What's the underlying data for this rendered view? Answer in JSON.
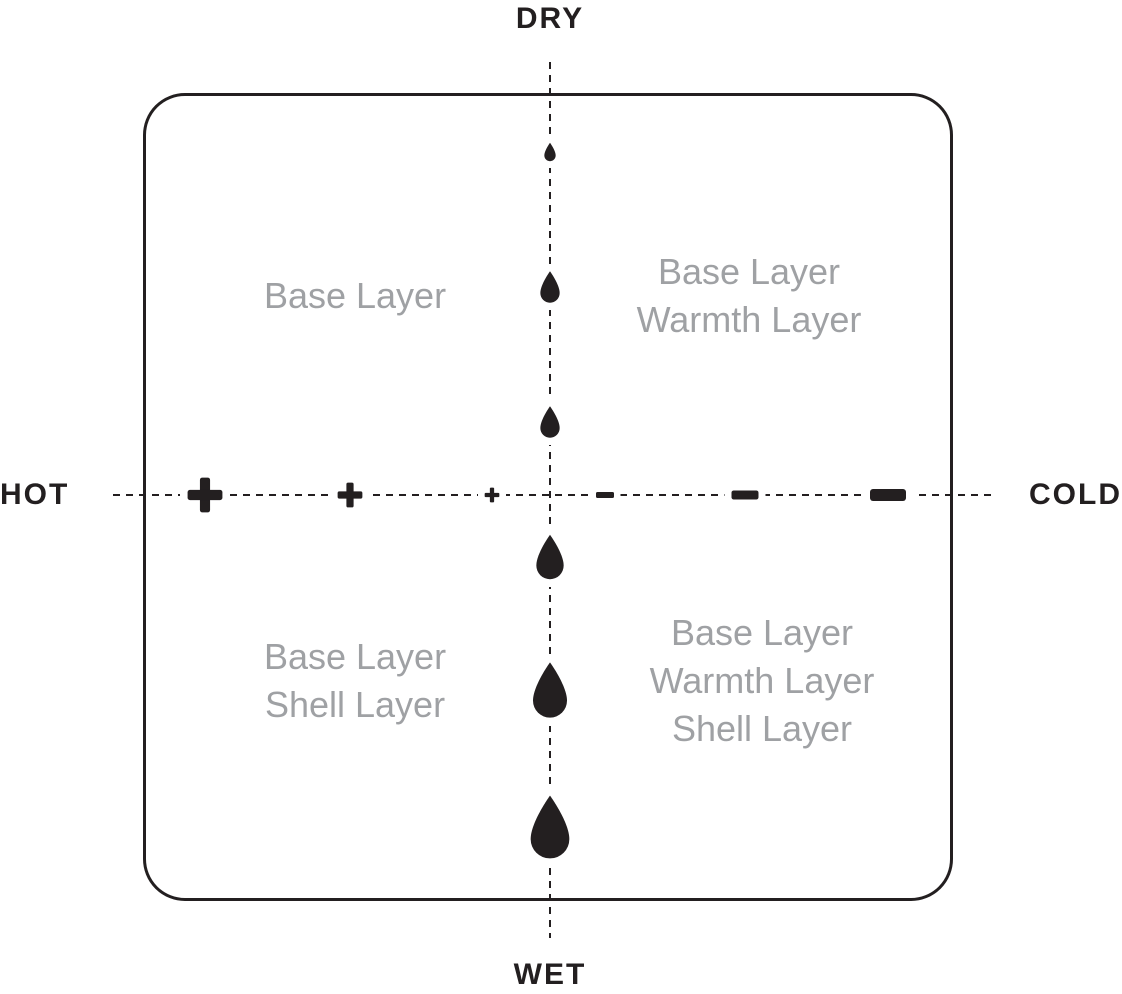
{
  "axes": {
    "top": "DRY",
    "bottom": "WET",
    "left": "HOT",
    "right": "COLD"
  },
  "quadrants": {
    "top_left": {
      "lines": [
        "Base Layer"
      ]
    },
    "top_right": {
      "lines": [
        "Base Layer",
        "Warmth Layer"
      ]
    },
    "bottom_left": {
      "lines": [
        "Base Layer",
        "Shell Layer"
      ]
    },
    "bottom_right": {
      "lines": [
        "Base Layer",
        "Warmth Layer",
        "Shell Layer"
      ]
    }
  },
  "colors": {
    "ink": "#231f20",
    "muted_text": "#9fa1a4",
    "background": "#ffffff"
  },
  "icons": {
    "temperature_markers": [
      {
        "name": "plus-icon",
        "size": "large"
      },
      {
        "name": "plus-icon",
        "size": "medium"
      },
      {
        "name": "plus-icon",
        "size": "small"
      },
      {
        "name": "minus-icon",
        "size": "small"
      },
      {
        "name": "minus-icon",
        "size": "medium"
      },
      {
        "name": "minus-icon",
        "size": "large"
      }
    ],
    "moisture_markers": [
      {
        "name": "water-drop-icon",
        "size": 1
      },
      {
        "name": "water-drop-icon",
        "size": 2
      },
      {
        "name": "water-drop-icon",
        "size": 3
      },
      {
        "name": "water-drop-icon",
        "size": 4
      },
      {
        "name": "water-drop-icon",
        "size": 5
      },
      {
        "name": "water-drop-icon",
        "size": 6
      }
    ]
  }
}
